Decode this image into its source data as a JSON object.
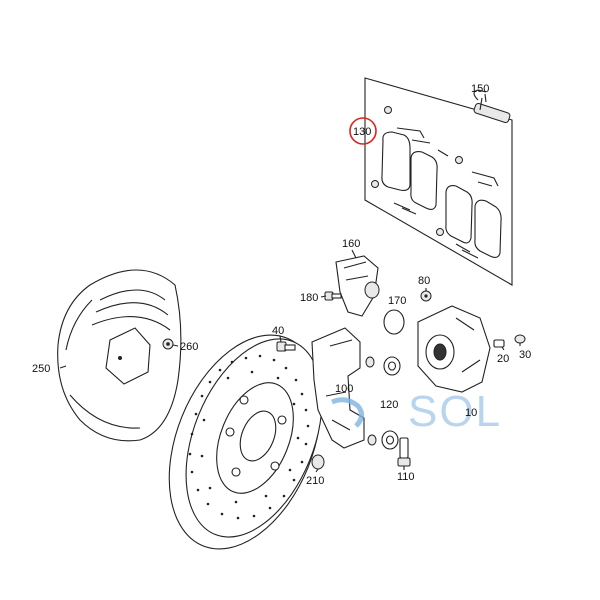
{
  "callouts": {
    "c10": "10",
    "c20": "20",
    "c30": "30",
    "c40": "40",
    "c80": "80",
    "c100": "100",
    "c110": "110",
    "c120": "120",
    "c130": "130",
    "c150": "150",
    "c160": "160",
    "c170": "170",
    "c180": "180",
    "c210": "210",
    "c250": "250",
    "c260": "260"
  },
  "highlight_color": "#d9261c",
  "watermark": {
    "text": "SOL",
    "color": "#7fb4e0"
  }
}
